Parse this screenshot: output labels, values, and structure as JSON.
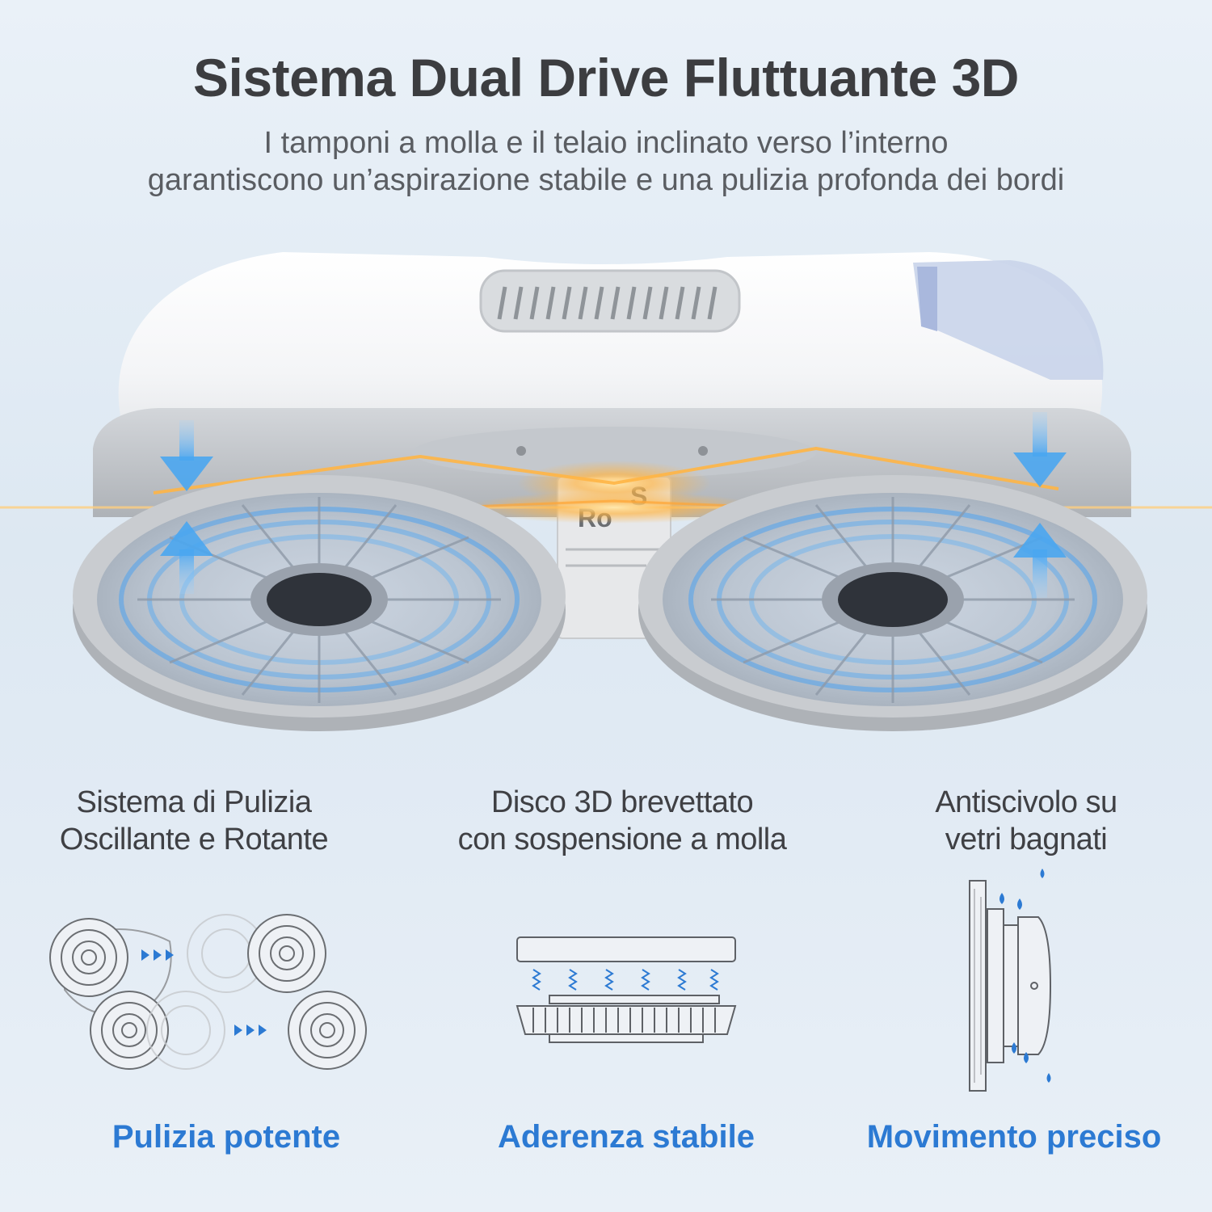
{
  "header": {
    "title": "Sistema Dual Drive Fluttuante 3D",
    "subtitle_line1": "I tamponi a molla e il telaio inclinato verso l’interno",
    "subtitle_line2": "garantiscono un’aspirazione stabile e una pulizia profonda dei bordi"
  },
  "product": {
    "label_line1": "Ro",
    "label_line2": "S"
  },
  "features": [
    {
      "title_line1": "Sistema di Pulizia",
      "title_line2": "Oscillante e Rotante",
      "caption": "Pulizia potente",
      "icon": "rotating-pads-icon"
    },
    {
      "title_line1": "Disco 3D brevettato",
      "title_line2": "con sospensione a molla",
      "caption": "Aderenza stabile",
      "icon": "spring-disc-icon"
    },
    {
      "title_line1": "Antiscivolo su",
      "title_line2": "vetri bagnati",
      "caption": "Movimento preciso",
      "icon": "wet-glass-icon"
    }
  ],
  "colors": {
    "accent": "#2c7ad3",
    "text": "#3c3d40",
    "frame": "#b7babe",
    "glow": "#ffb545"
  }
}
